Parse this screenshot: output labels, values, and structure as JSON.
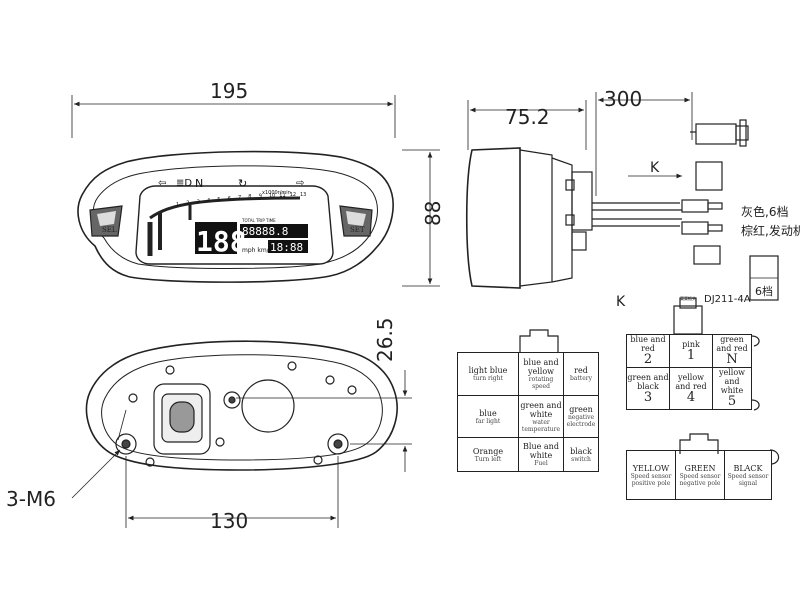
{
  "dimensions": {
    "width_195": "195",
    "height_88": "88",
    "depth_75_2": "75.2",
    "cable_300": "300",
    "height_26_5": "26.5",
    "spacing_130": "130",
    "mount_3_m6": "3-M6"
  },
  "front_panel": {
    "sel_label": "SEL",
    "set_label": "SET",
    "n_indicator": "N",
    "rpm_unit": "x1000r/min",
    "speed_digits": "188",
    "speed_unit": "mph\nkm/h",
    "odo_label": "TOTAL  TRIP  TIME",
    "odo_digits": "88888.8",
    "clock_digits": "18:88",
    "scale": [
      "1",
      "2",
      "3",
      "4",
      "5",
      "6",
      "7",
      "8",
      "9",
      "10",
      "11",
      "12",
      "13"
    ]
  },
  "side_view": {
    "k_label": "K",
    "note_gray": "灰色,6档",
    "note_brown": "棕红,发动机",
    "gear_box_label": "6档"
  },
  "connector_k": {
    "k_label": "K",
    "model_tag": "DJ211-4A",
    "tag_small": "某某插头",
    "rows": [
      [
        {
          "main": "blue and red",
          "num": "2"
        },
        {
          "main": "pink",
          "num": "1"
        },
        {
          "main": "green and red",
          "num": "N"
        }
      ],
      [
        {
          "main": "green and black",
          "num": "3"
        },
        {
          "main": "yellow and red",
          "num": "4"
        },
        {
          "main": "yellow and white",
          "num": "5"
        }
      ]
    ]
  },
  "connector_main": {
    "rows": [
      [
        {
          "main": "light blue",
          "sub": "turn right"
        },
        {
          "main": "blue and yellow",
          "sub": "rotating speed"
        },
        {
          "main": "red",
          "sub": "battery"
        }
      ],
      [
        {
          "main": "blue",
          "sub": "far light"
        },
        {
          "main": "green and white",
          "sub": "water temperature"
        },
        {
          "main": "green",
          "sub": "negative electrode"
        }
      ],
      [
        {
          "main": "Orange",
          "sub": "Turn left"
        },
        {
          "main": "Blue and white",
          "sub": "Fuel"
        },
        {
          "main": "black",
          "sub": "switch"
        }
      ]
    ]
  },
  "connector_speed": {
    "cells": [
      {
        "main": "YELLOW",
        "sub": "Speed sensor positive pole"
      },
      {
        "main": "GREEN",
        "sub": "Speed sensor negative pole"
      },
      {
        "main": "BLACK",
        "sub": "Speed sensor signal"
      }
    ]
  }
}
